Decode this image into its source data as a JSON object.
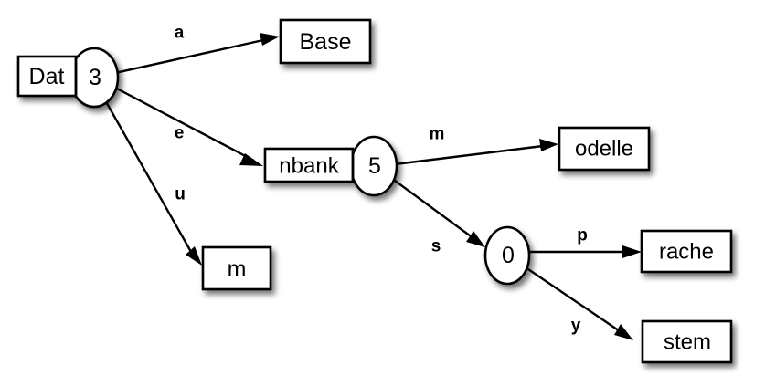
{
  "diagram": {
    "type": "directed-tree",
    "background_color": "#ffffff",
    "stroke_color": "#000000",
    "node_fill_color": "#ffffff",
    "nodes": [
      {
        "id": "dat3",
        "kind": "rect-ellipse",
        "rect_label": "Dat",
        "ellipse_label": "3"
      },
      {
        "id": "base",
        "kind": "rect",
        "rect_label": "Base",
        "ellipse_label": ""
      },
      {
        "id": "nbank5",
        "kind": "rect-ellipse",
        "rect_label": "nbank",
        "ellipse_label": "5"
      },
      {
        "id": "m",
        "kind": "rect",
        "rect_label": "m",
        "ellipse_label": ""
      },
      {
        "id": "odelle",
        "kind": "rect",
        "rect_label": "odelle",
        "ellipse_label": ""
      },
      {
        "id": "zero",
        "kind": "ellipse",
        "rect_label": "",
        "ellipse_label": "0"
      },
      {
        "id": "rache",
        "kind": "rect",
        "rect_label": "rache",
        "ellipse_label": ""
      },
      {
        "id": "stem",
        "kind": "rect",
        "rect_label": "stem",
        "ellipse_label": ""
      }
    ],
    "edges": [
      {
        "from": "dat3",
        "to": "base",
        "label": "a"
      },
      {
        "from": "dat3",
        "to": "nbank5",
        "label": "e"
      },
      {
        "from": "dat3",
        "to": "m",
        "label": "u"
      },
      {
        "from": "nbank5",
        "to": "odelle",
        "label": "m"
      },
      {
        "from": "nbank5",
        "to": "zero",
        "label": "s"
      },
      {
        "from": "zero",
        "to": "rache",
        "label": "p"
      },
      {
        "from": "zero",
        "to": "stem",
        "label": "y"
      }
    ]
  }
}
